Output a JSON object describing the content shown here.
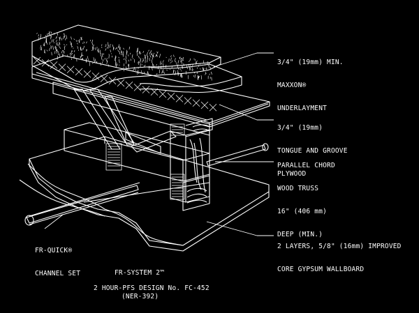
{
  "callouts": {
    "underlayment": [
      "3/4\" (19mm) MIN.",
      "MAXXON®",
      "UNDERLAYMENT"
    ],
    "plywood": [
      "3/4\" (19mm)",
      "TONGUE AND GROOVE",
      "PLYWOOD"
    ],
    "truss": [
      "PARALLEL CHORD",
      "WOOD TRUSS",
      "16\" (406 mm)",
      "DEEP (MIN.)"
    ],
    "gypsum": [
      "2 LAYERS, 5/8\" (16mm) IMPROVED",
      "CORE GYPSUM WALLBOARD"
    ],
    "channel": [
      "FR-QUICK®",
      "CHANNEL SET"
    ]
  },
  "title": {
    "system": "FR-SYSTEM 2™",
    "design": "2 HOUR-PFS DESIGN No. FC-452",
    "ner": "(NER-392)"
  },
  "colors": {
    "background": "#000000",
    "linework": "#ffffff"
  }
}
